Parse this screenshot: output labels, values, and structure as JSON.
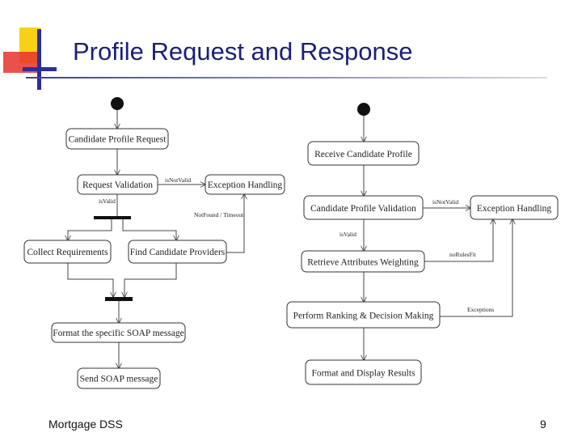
{
  "slide": {
    "title": "Profile Request and Response",
    "footer": "Mortgage DSS",
    "page_number": "9"
  },
  "colors": {
    "title": "#1b1f7a",
    "logo_yellow": "#f7d116",
    "logo_red": "#e8322c",
    "logo_blue": "#2b2f9c"
  },
  "left_diagram": {
    "nodes": {
      "candidate_profile_request": "Candidate Profile Request",
      "request_validation": "Request Validation",
      "exception_handling": "Exception Handling",
      "collect_requirements": "Collect Requirements",
      "find_candidate_providers": "Find Candidate Providers",
      "format_soap": "Format the specific SOAP message",
      "send_soap": "Send SOAP message"
    },
    "guards": {
      "is_not_valid": "isNotValid",
      "is_valid": "isValid",
      "not_found_timeout": "NotFound / Timeout"
    }
  },
  "right_diagram": {
    "nodes": {
      "receive_candidate_profile": "Receive Candidate Profile",
      "candidate_profile_validation": "Candidate Profile Validation",
      "exception_handling": "Exception Handling",
      "retrieve_attributes_weighting": "Retrieve Attributes Weighting",
      "perform_ranking": "Perform Ranking & Decision Making",
      "format_display_results": "Format and Display Results"
    },
    "guards": {
      "is_not_valid": "isNotValid",
      "is_valid": "isValid",
      "no_rules_fit": "noRulesFit",
      "exceptions": "Exceptions"
    }
  }
}
